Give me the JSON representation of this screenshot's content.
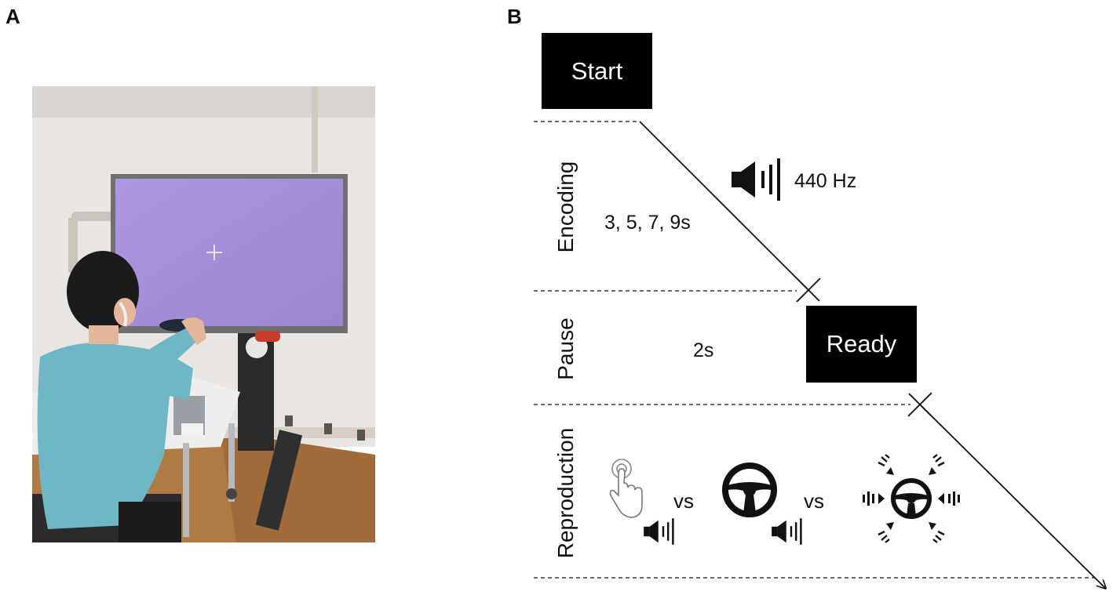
{
  "panels": {
    "a_label": "A",
    "b_label": "B"
  },
  "screens": {
    "start_label": "Start",
    "ready_label": "Ready"
  },
  "phases": {
    "encoding": "Encoding",
    "pause": "Pause",
    "reproduction": "Reproduction"
  },
  "durations": {
    "encoding": "3, 5, 7, 9s",
    "pause": "2s"
  },
  "stimulus": {
    "frequency": "440 Hz",
    "icon": "speaker-icon"
  },
  "conditions": {
    "separator_1": "vs",
    "separator_2": "vs",
    "items": [
      {
        "name": "touch",
        "icon": "hand-pointer-icon",
        "audio_icon": "speaker-icon"
      },
      {
        "name": "steering-wheel",
        "icon": "steering-wheel-icon",
        "audio_icon": "speaker-icon"
      },
      {
        "name": "steering-wheel-vibration",
        "icon": "vibrating-steering-wheel-icon"
      }
    ]
  },
  "colors": {
    "box": "#000000",
    "box_text": "#ffffff",
    "line": "#111111",
    "screen_purple": "#a48fd8",
    "shirt": "#6fb6c6",
    "floor": "#b07a45",
    "wall": "#e9e6e1"
  }
}
